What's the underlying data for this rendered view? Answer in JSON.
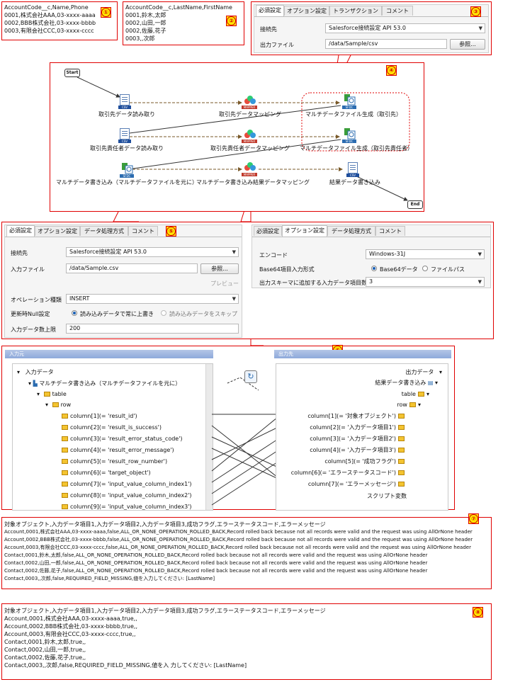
{
  "csv1": {
    "badge": "①",
    "lines": [
      "AccountCode__c,Name,Phone",
      "0001,株式会社AAA,03-xxxx-aaaa",
      "0002,BBB株式会社,03-xxxx-bbbb",
      "0003,有限会社CCC,03-xxxx-cccc"
    ]
  },
  "csv2": {
    "badge": "②",
    "lines": [
      "AccountCode__c,LastName,FirstName",
      "0001,鈴木,太郎",
      "0002,山田,一郎",
      "0002,佐藤,花子",
      "0003,,次郎"
    ]
  },
  "panel3": {
    "badge": "③",
    "tabs": [
      "必須設定",
      "オプション設定",
      "トランザクション",
      "コメント"
    ],
    "connection_label": "接続先",
    "connection_value": "Salesforce接続設定 API 53.0",
    "output_label": "出力ファイル",
    "output_value": "/data/Sample/csv",
    "browse": "参照..."
  },
  "flow": {
    "badge": "④",
    "start": "Start",
    "end": "End",
    "file_tag": "CSV",
    "map_tag": "MAPPER",
    "sfdc_tag": "SFDC",
    "n1": "取引先データ読み取り",
    "n2": "取引先データマッピング",
    "n3": "マルチデータファイル生成（取引先）",
    "n4": "取引先責任者データ読み取り",
    "n5": "取引先責任者データマッピング",
    "n6": "マルチデータファイル生成（取引先責任者）",
    "n7": "マルチデータ書き込み（マルチデータファイルを元に）",
    "n8": "マルチデータ書き込み結果データマッピング",
    "n9": "結果データ書き込み"
  },
  "panel5": {
    "badge": "⑤",
    "tabs": [
      "必須設定",
      "オプション設定",
      "データ処理方式",
      "コメント"
    ],
    "connection_label": "接続先",
    "connection_value": "Salesforce接続設定 API 53.0",
    "input_label": "入力ファイル",
    "input_value": "/data/Sample.csv",
    "browse": "参照...",
    "preview": "プレビュー",
    "op_label": "オペレーション種類",
    "op_value": "INSERT",
    "null_label": "更新時Null設定",
    "radio1": "読み込みデータで常に上書き",
    "radio2": "読み込みデータをスキップ",
    "limit_label": "入力データ数上限",
    "limit_value": "200"
  },
  "panel6": {
    "tabs": [
      "必須設定",
      "オプション設定",
      "データ処理方式",
      "コメント"
    ],
    "encode_label": "エンコード",
    "encode_value": "Windows-31J",
    "base64_label": "Base64項目入力形式",
    "base64_opt1": "Base64データ",
    "base64_opt2": "ファイルパス",
    "cols_label": "出力スキーマに追加する入力データ項目数",
    "cols_value": "3"
  },
  "mapping": {
    "badge": "⑥",
    "in_title": "入力元",
    "out_title": "出力先",
    "in_root": "入力データ",
    "in_child": "マルチデータ書き込み（マルチデータファイルを元に）",
    "in_table": "table",
    "in_row": "row",
    "in_cols": [
      "column[1](= 'result_id')",
      "column[2](= 'result_is_success')",
      "column[3](= 'result_error_status_code')",
      "column[4](= 'result_error_message')",
      "column[5](= 'result_row_number')",
      "column[6](= 'target_object')",
      "column[7](= 'input_value_column_index1')",
      "column[8](= 'input_value_column_index2')",
      "column[9](= 'input_value_column_index3')"
    ],
    "out_root": "出力データ",
    "out_child": "結果データ書き込み",
    "out_table": "table",
    "out_row": "row",
    "out_cols": [
      "column[1](= '対象オブジェクト')",
      "column[2](= '入力データ項目1')",
      "column[3](= '入力データ項目2')",
      "column[4](= '入力データ項目3')",
      "column[5](= '成功フラグ')",
      "column[6](= 'エラーステータスコード')",
      "column[7](= 'エラーメッセージ')"
    ],
    "script_var": "スクリプト変数"
  },
  "result7": {
    "badge": "⑦",
    "lines": [
      "対象オブジェクト,入力データ項目1,入力データ項目2,入力データ項目3,成功フラグ,エラーステータスコード,エラーメッセージ",
      "Account,0001,株式会社AAA,03-xxxx-aaaa,false,ALL_OR_NONE_OPERATION_ROLLED_BACK,Record rolled back because not all records were valid and the request was using AllOrNone header",
      "Account,0002,BBB株式会社,03-xxxx-bbbb,false,ALL_OR_NONE_OPERATION_ROLLED_BACK,Record rolled back because not all records were valid and the request was using AllOrNone header",
      "Account,0003,有限会社CCC,03-xxxx-cccc,false,ALL_OR_NONE_OPERATION_ROLLED_BACK,Record rolled back because not all records were valid and the request was using AllOrNone header",
      "Contact,0001,鈴木,太郎,false,ALL_OR_NONE_OPERATION_ROLLED_BACK,Record rolled back because not all records were valid and the request was using AllOrNone header",
      "Contact,0002,山田,一郎,false,ALL_OR_NONE_OPERATION_ROLLED_BACK,Record rolled back because not all records were valid and the request was using AllOrNone header",
      "Contact,0002,佐藤,花子,false,ALL_OR_NONE_OPERATION_ROLLED_BACK,Record rolled back because not all records were valid and the request was using AllOrNone header",
      "Contact,0003,,次郎,false,REQUIRED_FIELD_MISSING,値を入力してください: [LastName]"
    ]
  },
  "result8": {
    "badge": "⑧",
    "lines": [
      "対象オブジェクト,入力データ項目1,入力データ項目2,入力データ項目3,成功フラグ,エラーステータスコード,エラーメッセージ",
      "Account,0001,株式会社AAA,03-xxxx-aaaa,true,,",
      "Account,0002,BBB株式会社,03-xxxx-bbbb,true,,",
      "Account,0003,有限会社CCC,03-xxxx-cccc,true,,",
      "Contact,0001,鈴木,太郎,true,,",
      "Contact,0002,山田,一郎,true,,",
      "Contact,0002,佐藤,花子,true,,",
      "Contact,0003,,次郎,false,REQUIRED_FIELD_MISSING,値を入 力してください: [LastName]"
    ]
  }
}
